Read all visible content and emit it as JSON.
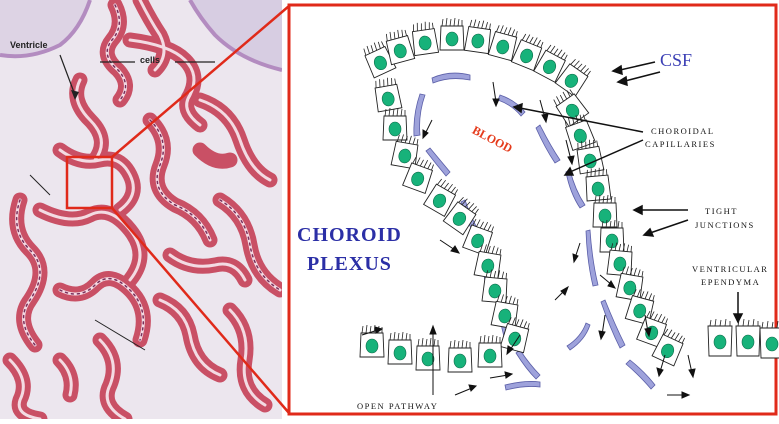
{
  "micrograph": {
    "label_ventricle": "Ventricle",
    "label_cells": "cells"
  },
  "diagram": {
    "title_line1": "CHOROID",
    "title_line2": "PLEXUS",
    "csf": "CSF",
    "blood": "BLOOD",
    "choroidal_capillaries_line1": "CHOROIDAL",
    "choroidal_capillaries_line2": "CAPILLARIES",
    "tight_junctions_line1": "TIGHT",
    "tight_junctions_line2": "JUNCTIONS",
    "ventricular_ependyma_line1": "VENTRICULAR",
    "ventricular_ependyma_line2": "EPENDYMA",
    "open_pathway": "OPEN PATHWAY"
  },
  "colors": {
    "frame_red": "#e02a1a",
    "nucleus_green": "#17b27a",
    "title_blue": "#2b2fa6",
    "capillary_blue": "#8f93d2",
    "tissue_pink": "#c8485e"
  }
}
